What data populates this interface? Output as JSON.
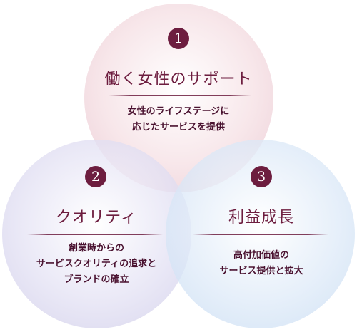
{
  "items": [
    {
      "number": "1",
      "title": "働く女性のサポート",
      "lines": [
        "女性のライフステージに",
        "応じたサービスを提供"
      ]
    },
    {
      "number": "2",
      "title": "クオリティ",
      "lines": [
        "創業時からの",
        "サービスクオリティの追求と",
        "ブランドの確立"
      ]
    },
    {
      "number": "3",
      "title": "利益成長",
      "lines": [
        "高付加価値の",
        "サービス提供と拡大"
      ]
    }
  ],
  "colors": {
    "accent": "#6d1d3f",
    "circle1": "#e8c4ce",
    "circle2": "#cdcae8",
    "circle3": "#c4daf2"
  }
}
